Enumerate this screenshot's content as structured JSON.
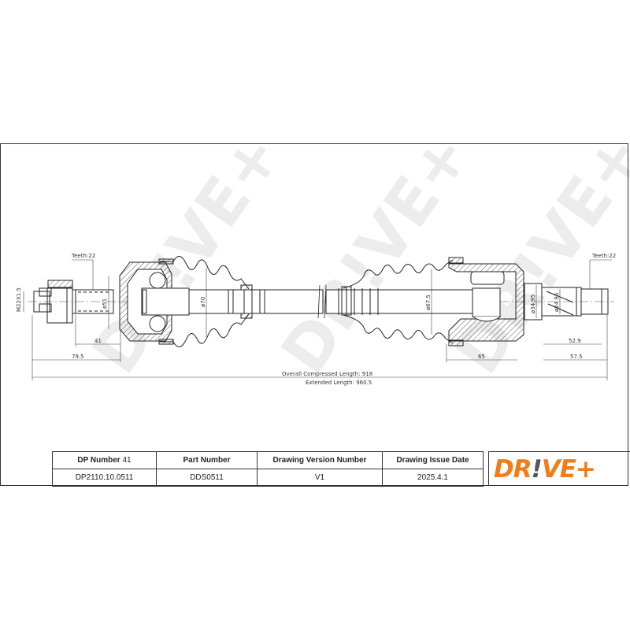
{
  "drawing": {
    "left_end": {
      "thread_label": "M22X1.5",
      "teeth_label": "Teeth:22",
      "diameter_label": "ø51",
      "dim_41": "41",
      "dim_79_5": "79.5"
    },
    "outer_joint": {
      "boot_diameter_label": "ø70"
    },
    "inner_joint": {
      "boot_diameter_label": "ø67.5",
      "dim_65": "65"
    },
    "right_end": {
      "teeth_label": "Teeth:22",
      "diameter_1_label": "ø34.95",
      "diameter_2_label": "ø24.95",
      "dim_52_9": "52.9",
      "dim_57_5": "57.5"
    },
    "overall_compressed_length": "Overall  Compressed  Length: 918",
    "extended_length": "Extended  Length: 960.5",
    "watermark": "DR!VE+"
  },
  "title_block": {
    "headers": {
      "dp_number_label": "DP Number",
      "dp_number_value": "41",
      "part_number": "Part Number",
      "drawing_version_number": "Drawing Version Number",
      "drawing_issue_date": "Drawing Issue Date"
    },
    "values": {
      "dp_number": "DP2110.10.0511",
      "part_number": "DDS0511",
      "drawing_version": "V1",
      "issue_date": "2025.4.1"
    }
  },
  "logo": {
    "text_a": "DR",
    "text_bang": "!",
    "text_b": "VE+",
    "color_orange": "#F07D1A",
    "color_gray": "#555555"
  }
}
